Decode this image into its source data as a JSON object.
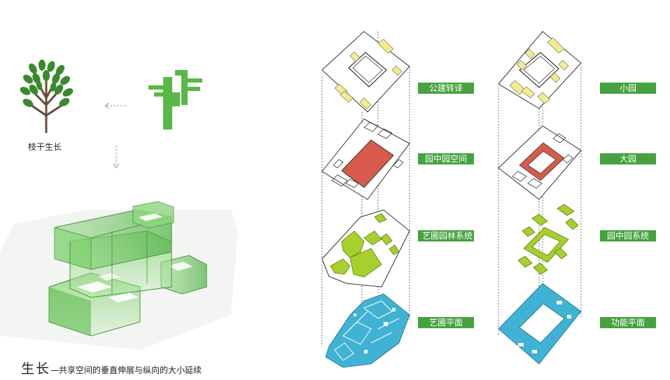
{
  "left_panel": {
    "tree_caption": "枝干生长",
    "caption_main": "生长",
    "caption_sub": "—共享空间的垂直伸展与纵向的大小延续"
  },
  "middle_stack": {
    "labels": [
      "公建转译",
      "园中园空间",
      "艺圃园林系统",
      "艺圃平面"
    ]
  },
  "right_stack": {
    "labels": [
      "小园",
      "大园",
      "园中园系统",
      "功能平面"
    ]
  },
  "colors": {
    "label_bg": "#46a23f",
    "tree_green": "#3a8a2c",
    "abstract_green": "#58b947",
    "yellow": "#f3ec8b",
    "red": "#d85a4c",
    "lime": "#a6d02b",
    "blue": "#40b3d4"
  }
}
